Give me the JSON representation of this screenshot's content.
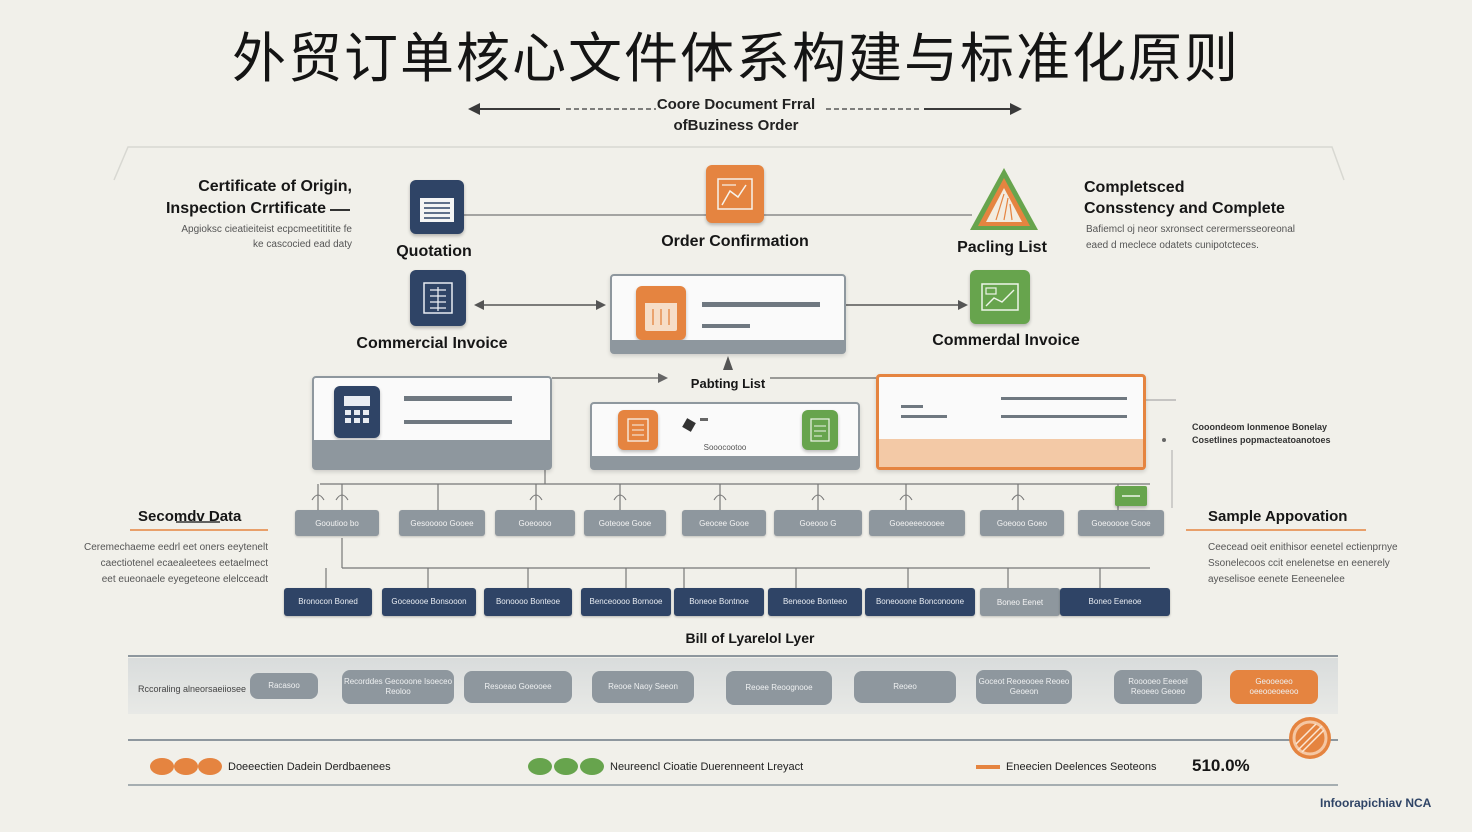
{
  "title": "外贸订单核心文件体系构建与标准化原则",
  "subtitle": {
    "line1": "Coore Document Frral",
    "line2": "ofBuziness Order"
  },
  "top_left": {
    "line1": "Certificate of Origin,",
    "line2": "Inspection Crrtificate",
    "desc1": "Apgioksc cieatieiteist ecpcmeetititite fe",
    "desc2": "ke cascocied ead daty"
  },
  "top_right": {
    "line1": "Completsced",
    "line2": "Consstency and Complete",
    "desc1": "Bafiemcl oj neor sxronsect cerermersseoreonal",
    "desc2": "eaed d meclece odatets cunipotcteces."
  },
  "nodes": {
    "quotation": "Quotation",
    "order_confirmation": "Order Confirmation",
    "packing_list_top": "Pacling List",
    "commercial_invoice_left": "Commercial Invoice",
    "commercial_invoice_right": "Commerdal Invoice",
    "packing_list_mid": "Pabting List"
  },
  "center_card_caption": "Sooocootoo",
  "right_note": {
    "line1": "Cooondeom Ionmenoe Bonelay",
    "line2": "Cosetlines popmacteatoanotoes"
  },
  "left_section": {
    "heading": "Secomdv Data",
    "desc1": "Ceremechaeme eedrl eet oners eeytenelt",
    "desc2": "caectiotenel ecaealeetees eetaelmect",
    "desc3": "eet eueonaele eyegeteone elelcceadt"
  },
  "right_section": {
    "heading": "Sample Appovation",
    "desc1": "Ceecead oeit enithisor eenetel ectienprnye",
    "desc2": "Ssonelecoos ccit enelenetse en eenerely",
    "desc3": "ayeselisoe eenete Eeneenelee"
  },
  "row1_labels": [
    "Gooutioo bo",
    "Gesooooo Gooee",
    "Goeoooo",
    "Goteooe Gooe",
    "Geocee Gooe",
    "Goeooo G",
    "Goeoeeeoooee",
    "Goeooo Goeo",
    "Goeooooe Gooe"
  ],
  "row2_labels": [
    "Bronocon Boned",
    "Goceoooe Bonsooon",
    "Bonoooo Bonteoe",
    "Benceoooo Bornooe",
    "Boneoe Bontnoe",
    "Beneooe Bonteeo",
    "Boneooone Bonconoone",
    "Boneo Eenet",
    "Boneo Eeneoe"
  ],
  "bottom_layer_label": "Bill of Lyarelol Lyer",
  "band": {
    "left_label": "Rccoraling alneorsaeiiosee",
    "pills": [
      "Racasoo",
      "Recorddes Gecooone Isoeceo Reoloo",
      "Resoeao Goeooee",
      "Reooe Naoy Seeon",
      "Reoee Reoognooe",
      "Reoeo",
      "Goceot Reoeooee Reoeo Geoeon",
      "Rooooeo Eeeoel Reoeeo Geoeo",
      "Geooeoeo oeeooeoeeoo"
    ]
  },
  "legend": {
    "item1": "Doeeectien Dadein Derdbaenees",
    "item2": "Neureencl Cioatie Duerenneent Lreyact",
    "item3": "Eneecien Deelences Seoteons",
    "percent": "510.0%"
  },
  "watermark": "Infoorapichiav NCA",
  "colors": {
    "navy": "#2f4466",
    "orange": "#e58440",
    "green": "#67a44d",
    "gray": "#8e979e",
    "background": "#f1f0ea"
  }
}
